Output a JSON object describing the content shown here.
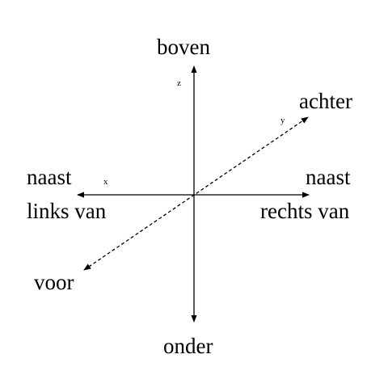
{
  "labels": {
    "up": "boven",
    "down": "onder",
    "back": "achter",
    "front": "voor",
    "left_line1": "naast",
    "left_line2": "links van",
    "right_line1": "naast",
    "right_line2": "rechts van"
  },
  "axis_names": {
    "vertical": "z",
    "depth": "y",
    "horizontal": "x"
  }
}
